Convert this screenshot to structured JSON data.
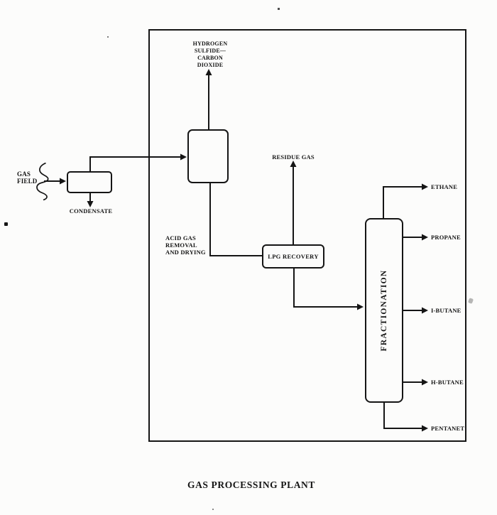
{
  "diagram_title": "GAS PROCESSING PLANT",
  "colors": {
    "ink": "#151515",
    "paper": "#fcfcfb"
  },
  "feed": {
    "gas_field_line1": "GAS",
    "gas_field_line2": "FIELD",
    "condensate_label": "CONDENSATE"
  },
  "acid_gas_unit": {
    "label_line1": "ACID GAS",
    "label_line2": "REMOVAL",
    "label_line3": "AND DRYING",
    "offgas_line1": "HYDROGEN",
    "offgas_line2": "SULFIDE—",
    "offgas_line3": "CARBON",
    "offgas_line4": "DIOXIDE"
  },
  "lpg_unit": {
    "box_label": "LPG RECOVERY",
    "residue_label": "RESIDUE GAS"
  },
  "fractionation_unit": {
    "box_label": "FRACTIONATION",
    "products": [
      "ETHANE",
      "PROPANE",
      "I-BUTANE",
      "H-BUTANE",
      "PENTANET"
    ]
  }
}
